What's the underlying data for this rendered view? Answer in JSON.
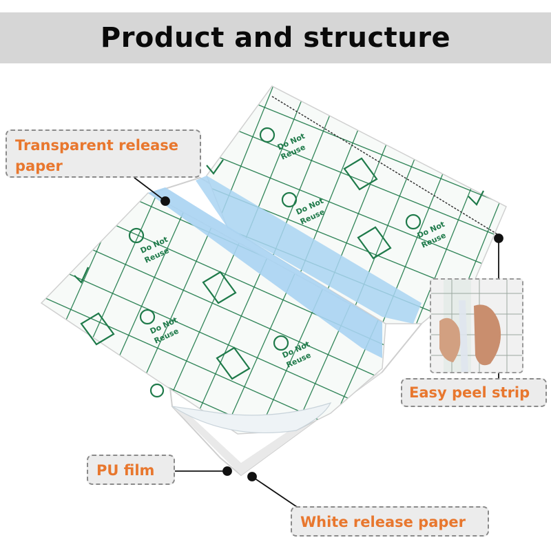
{
  "title": "Product and structure",
  "labels": {
    "transparent_release_paper": "Transparent release paper",
    "easy_peel_strip": "Easy peel strip",
    "pu_film": "PU film",
    "white_release_paper": "White release paper"
  },
  "sheet_print": {
    "do_not": "Do Not",
    "reuse": "Reuse"
  },
  "colors": {
    "title_bg": "#d6d6d6",
    "label_text": "#e8772e",
    "grid_green": "#1f7a4a",
    "strip_blue": "#a9d3f2"
  }
}
